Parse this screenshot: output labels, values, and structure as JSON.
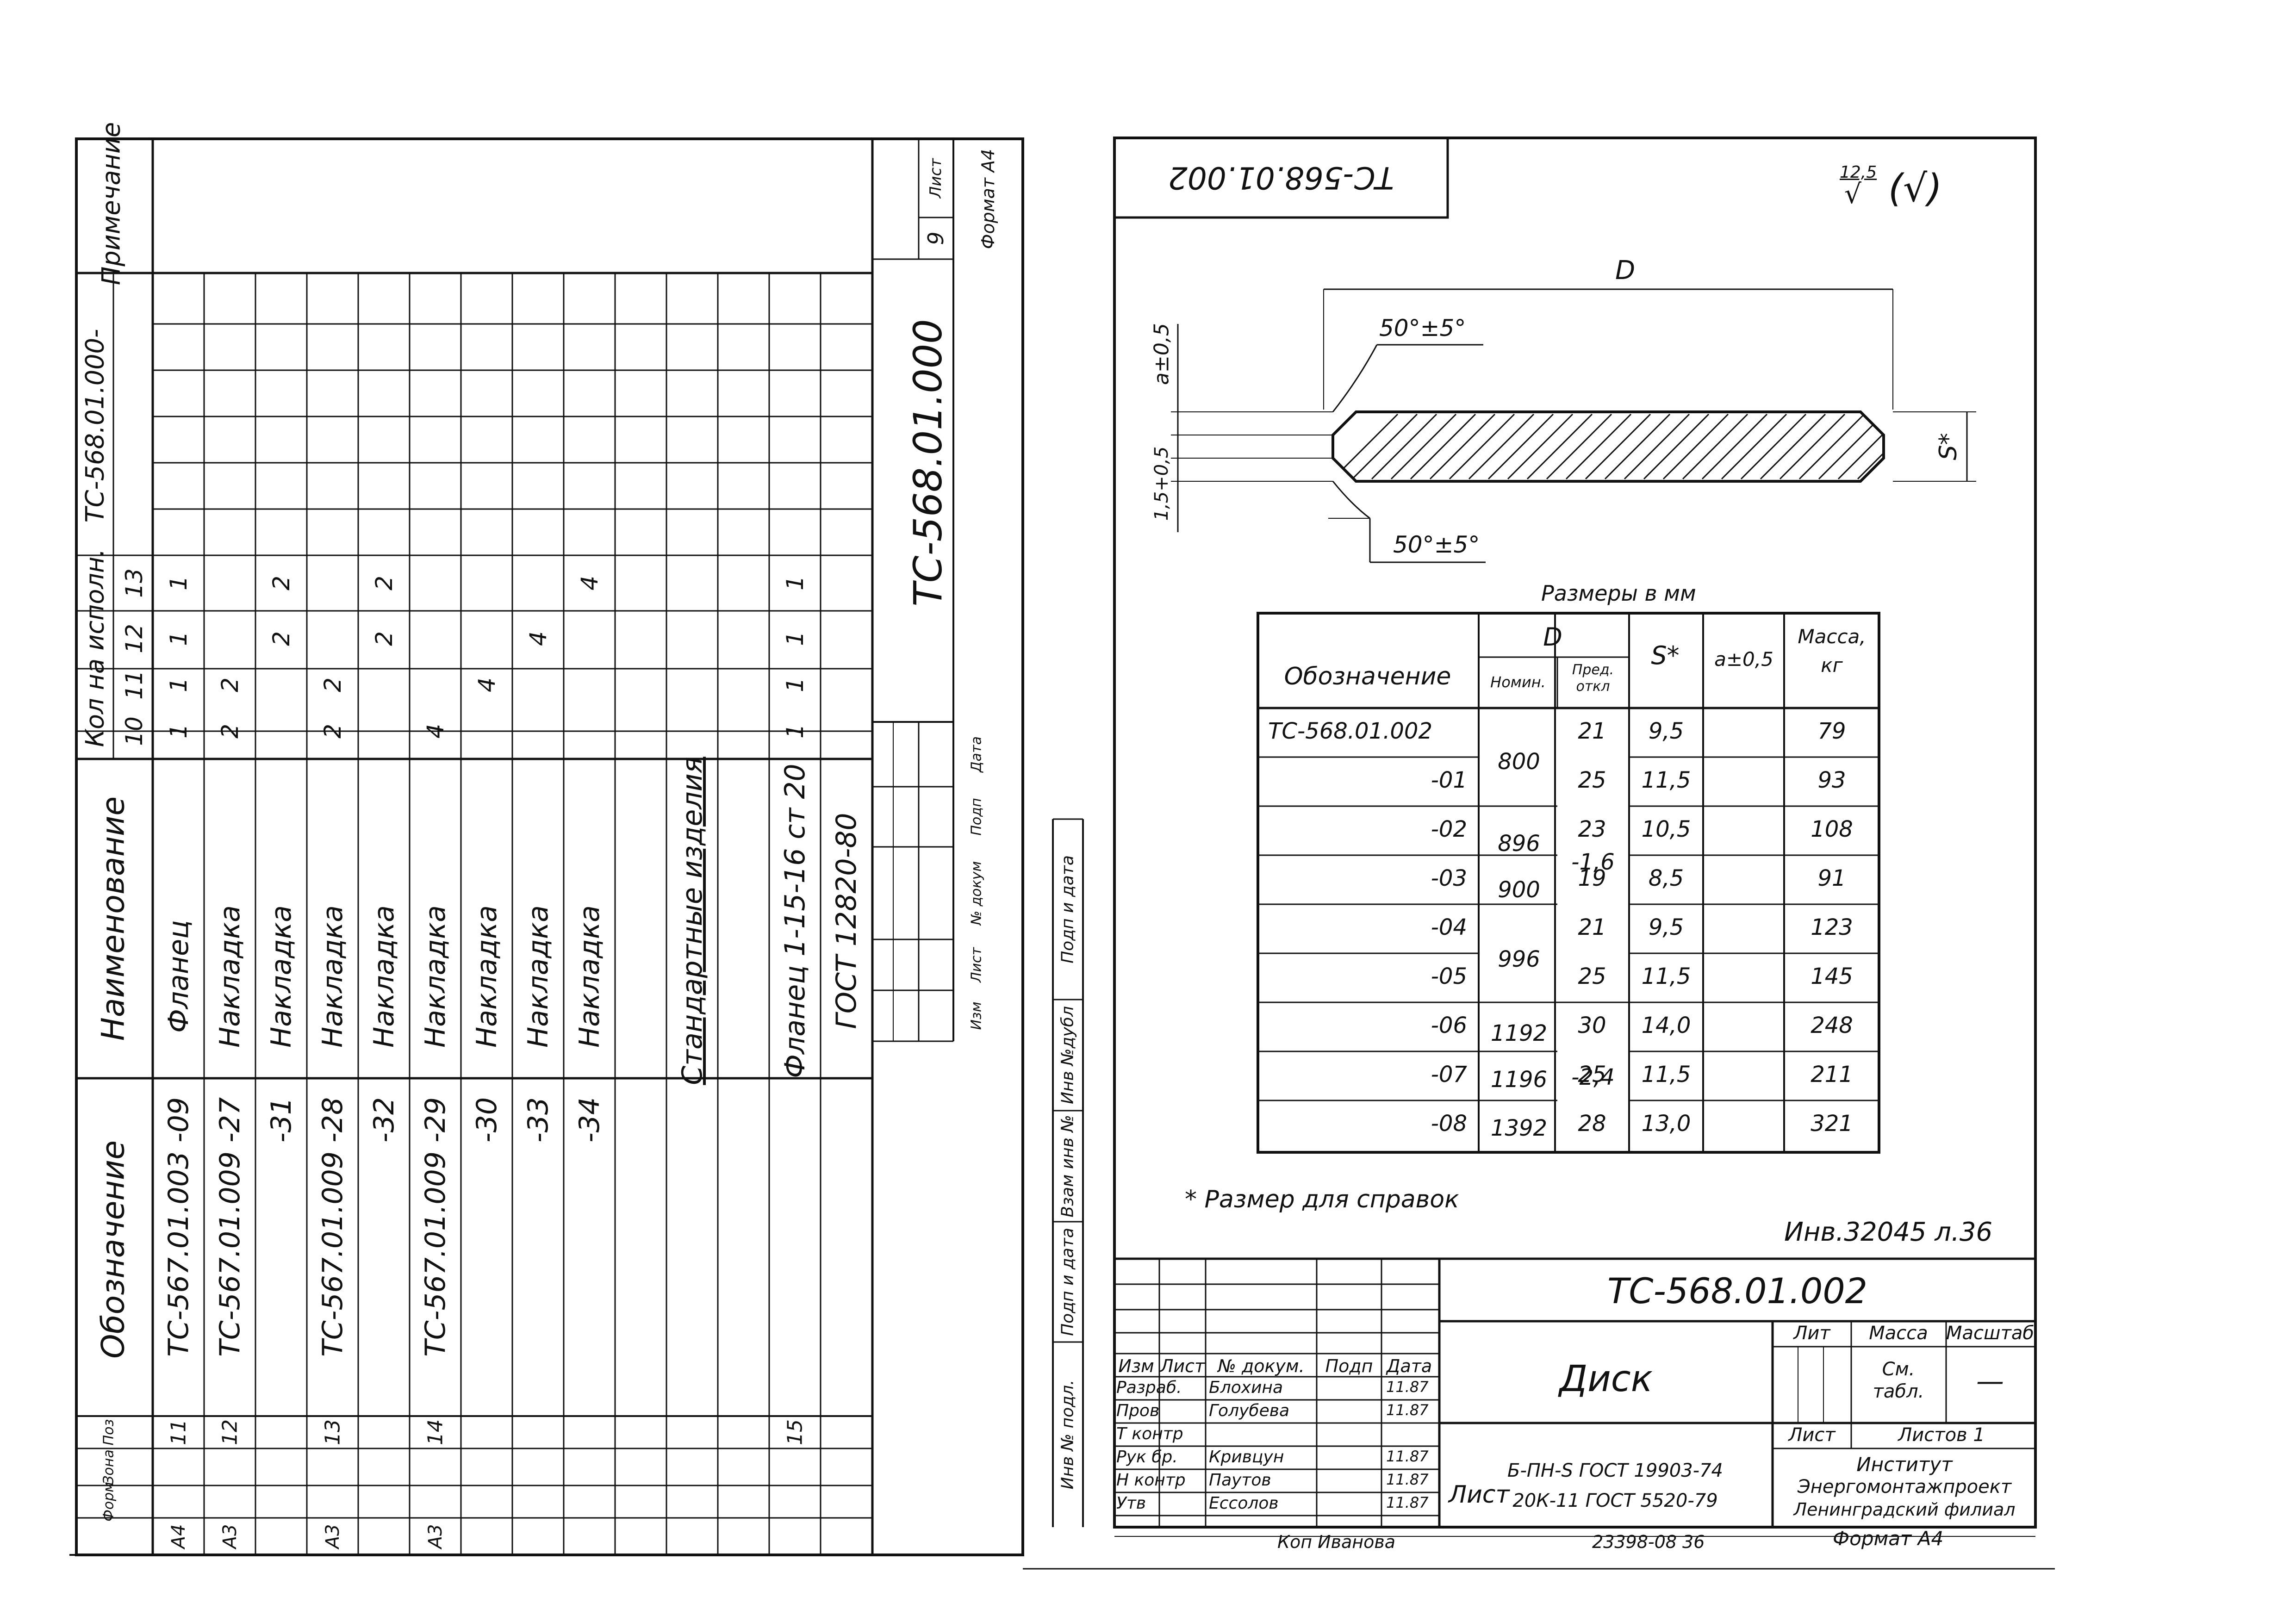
{
  "left_sheet": {
    "header": {
      "oboznachenie": "Обозначение",
      "naimenovanie": "Наименование",
      "kol_na_ispoln": "Кол на исполн.",
      "ispoln_prefix": "ТС-568.01.000-",
      "primechanie": "Примечание"
    },
    "ispoln_cols": [
      "10",
      "11",
      "12",
      "13"
    ],
    "rows": [
      {
        "format": "А4",
        "poz": "11",
        "oboz": "ТС-567.01.003",
        "isp": "-09",
        "name": "Фланец",
        "q": [
          "1",
          "1",
          "1",
          "1"
        ]
      },
      {
        "format": "А3",
        "poz": "12",
        "oboz": "ТС-567.01.009",
        "isp": "-27",
        "name": "Накладка",
        "q": [
          "2",
          "2",
          "",
          ""
        ]
      },
      {
        "format": "",
        "poz": "",
        "oboz": "",
        "isp": "-31",
        "name": "Накладка",
        "q": [
          "",
          "",
          "2",
          "2"
        ]
      },
      {
        "format": "А3",
        "poz": "13",
        "oboz": "ТС-567.01.009",
        "isp": "-28",
        "name": "Накладка",
        "q": [
          "2",
          "2",
          "",
          ""
        ]
      },
      {
        "format": "",
        "poz": "",
        "oboz": "",
        "isp": "-32",
        "name": "Накладка",
        "q": [
          "",
          "",
          "2",
          "2"
        ]
      },
      {
        "format": "А3",
        "poz": "14",
        "oboz": "ТС-567.01.009",
        "isp": "-29",
        "name": "Накладка",
        "q": [
          "4",
          "",
          "",
          ""
        ]
      },
      {
        "format": "",
        "poz": "",
        "oboz": "",
        "isp": "-30",
        "name": "Накладка",
        "q": [
          "",
          "4",
          "",
          ""
        ]
      },
      {
        "format": "",
        "poz": "",
        "oboz": "",
        "isp": "-33",
        "name": "Накладка",
        "q": [
          "",
          "",
          "4",
          ""
        ]
      },
      {
        "format": "",
        "poz": "",
        "oboz": "",
        "isp": "-34",
        "name": "Накладка",
        "q": [
          "",
          "",
          "",
          "4"
        ]
      },
      {
        "format": "",
        "poz": "",
        "oboz": "",
        "isp": "",
        "name": "",
        "q": [
          "",
          "",
          "",
          ""
        ]
      },
      {
        "format": "",
        "poz": "",
        "oboz": "",
        "isp": "",
        "name": "Стандартные изделия",
        "q": [
          "",
          "",
          "",
          ""
        ]
      },
      {
        "format": "",
        "poz": "",
        "oboz": "",
        "isp": "",
        "name": "",
        "q": [
          "",
          "",
          "",
          ""
        ]
      },
      {
        "format": "",
        "poz": "15",
        "oboz": "",
        "isp": "",
        "name": "Фланец 1-15-16 ст 20",
        "q": [
          "1",
          "1",
          "1",
          "1"
        ]
      },
      {
        "format": "",
        "poz": "",
        "oboz": "",
        "isp": "",
        "name": "ГОСТ 12820-80",
        "q": [
          "",
          "",
          "",
          ""
        ]
      }
    ],
    "stamp": {
      "code": "ТС-568.01.000",
      "list_label": "Лист",
      "list_no": "9",
      "format": "Формат А4",
      "izm_labels": [
        "Изм",
        "Лист",
        "№ докум",
        "Подп",
        "Дата"
      ]
    },
    "margin_col_labels": [
      "Форм",
      "Зона",
      "Поз"
    ]
  },
  "right_sheet": {
    "top_code": "ТС-568.01.002",
    "roughness": {
      "value": "12,5",
      "rest": "(√)"
    },
    "drawing": {
      "D": "D",
      "angle_top": "50°±5°",
      "angle_bottom": "50°±5°",
      "a_dim": "a±0,5",
      "dim_1_5": "1,5+0,5",
      "S": "S*"
    },
    "table_caption": "Размеры в мм",
    "table_head": {
      "oboz": "Обозначение",
      "D": "D",
      "nomin": "Номин.",
      "pred": "Пред. откл",
      "S": "S*",
      "a": "а±0,5",
      "massa": "Масса, кг"
    },
    "table_rows": [
      {
        "oboz": "ТС-568.01.002",
        "S": "21",
        "a": "9,5",
        "m": "79"
      },
      {
        "oboz": "-01",
        "S": "25",
        "a": "11,5",
        "m": "93"
      },
      {
        "oboz": "-02",
        "S": "23",
        "a": "10,5",
        "m": "108"
      },
      {
        "oboz": "-03",
        "S": "19",
        "a": "8,5",
        "m": "91"
      },
      {
        "oboz": "-04",
        "S": "21",
        "a": "9,5",
        "m": "123"
      },
      {
        "oboz": "-05",
        "S": "25",
        "a": "11,5",
        "m": "145"
      },
      {
        "oboz": "-06",
        "S": "30",
        "a": "14,0",
        "m": "248"
      },
      {
        "oboz": "-07",
        "S": "25",
        "a": "11,5",
        "m": "211"
      },
      {
        "oboz": "-08",
        "S": "28",
        "a": "13,0",
        "m": "321"
      }
    ],
    "nomin_values": [
      "800",
      "896",
      "900",
      "996",
      "1192",
      "1196",
      "1392"
    ],
    "pred_values": [
      "-1,6",
      "-2,4"
    ],
    "footnote": "* Размер для справок",
    "inv_note": "Инв.32045 л.36",
    "side_labels": [
      "Инв № подл.",
      "Подп и дата",
      "Взам инв №",
      "Инв №дубл",
      "Подп и дата"
    ],
    "title_block": {
      "code": "ТС-568.01.002",
      "name": "Диск",
      "material_label": "Лист",
      "material_1": "Б-ПН-S ГОСТ 19903-74",
      "material_2": "20К-11 ГОСТ 5520-79",
      "lit": "Лит",
      "massa": "Масса",
      "masshtab": "Масштаб",
      "massa_val": "См. табл.",
      "masshtab_val": "—",
      "list": "Лист",
      "listov": "Листов 1",
      "org_1": "Институт",
      "org_2": "Энергомонтажпроект",
      "org_3": "Ленинградский филиал",
      "col_heads": [
        "Изм",
        "Лист",
        "№ докум.",
        "Подп",
        "Дата"
      ],
      "roles": [
        {
          "role": "Разраб.",
          "name": "Блохина",
          "date": "11.87"
        },
        {
          "role": "Пров",
          "name": "Голубева",
          "date": "11.87"
        },
        {
          "role": "Т контр",
          "name": "",
          "date": ""
        },
        {
          "role": "Рук бр.",
          "name": "Кривцун",
          "date": "11.87"
        },
        {
          "role": "Н контр",
          "name": "Паутов",
          "date": "11.87"
        },
        {
          "role": "Утв",
          "name": "Ессолов",
          "date": "11.87"
        }
      ]
    },
    "bottom_note_1": "Коп Иванова",
    "bottom_note_2": "23398-08 36",
    "bottom_format": "Формат А4"
  }
}
